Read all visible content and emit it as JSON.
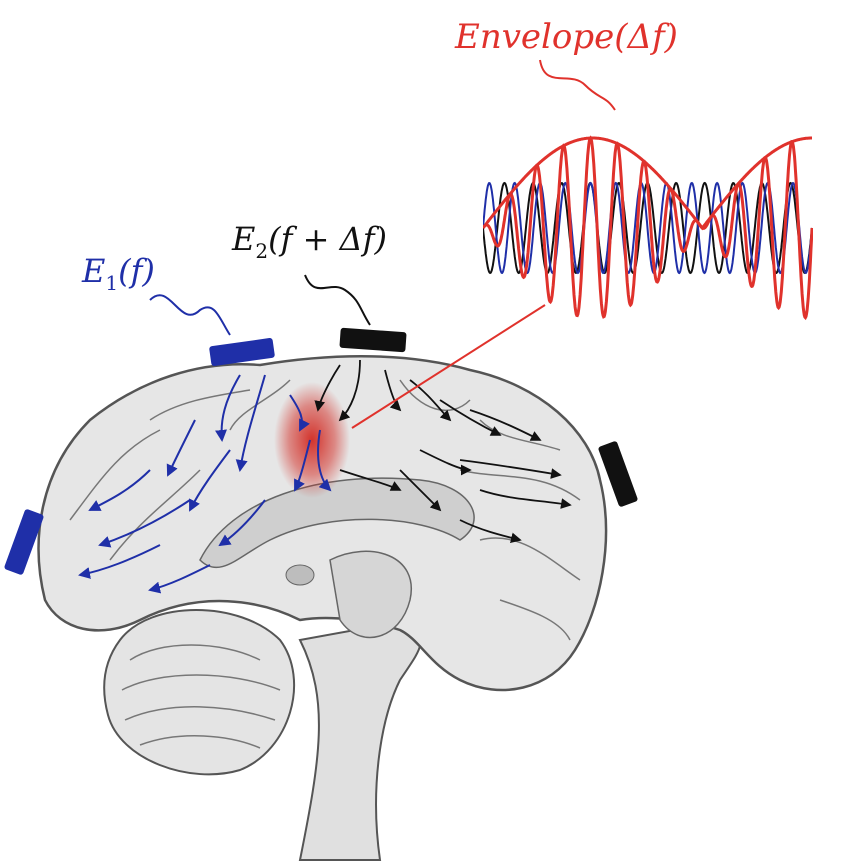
{
  "labels": {
    "envelope": "Envelope(Δf)",
    "e1_main": "E",
    "e1_sub": "1",
    "e1_arg": "(f)",
    "e2_main": "E",
    "e2_sub": "2",
    "e2_arg": "(f + Δf)"
  },
  "colors": {
    "field1": "#1f2fa8",
    "field2": "#111111",
    "envelope": "#e0322c",
    "brain_fill": "#e6e6e6",
    "brain_stroke": "#555555",
    "focus": "#d22a22"
  },
  "waves": {
    "cycles_e1": 13,
    "cycles_e2": 11.5
  }
}
